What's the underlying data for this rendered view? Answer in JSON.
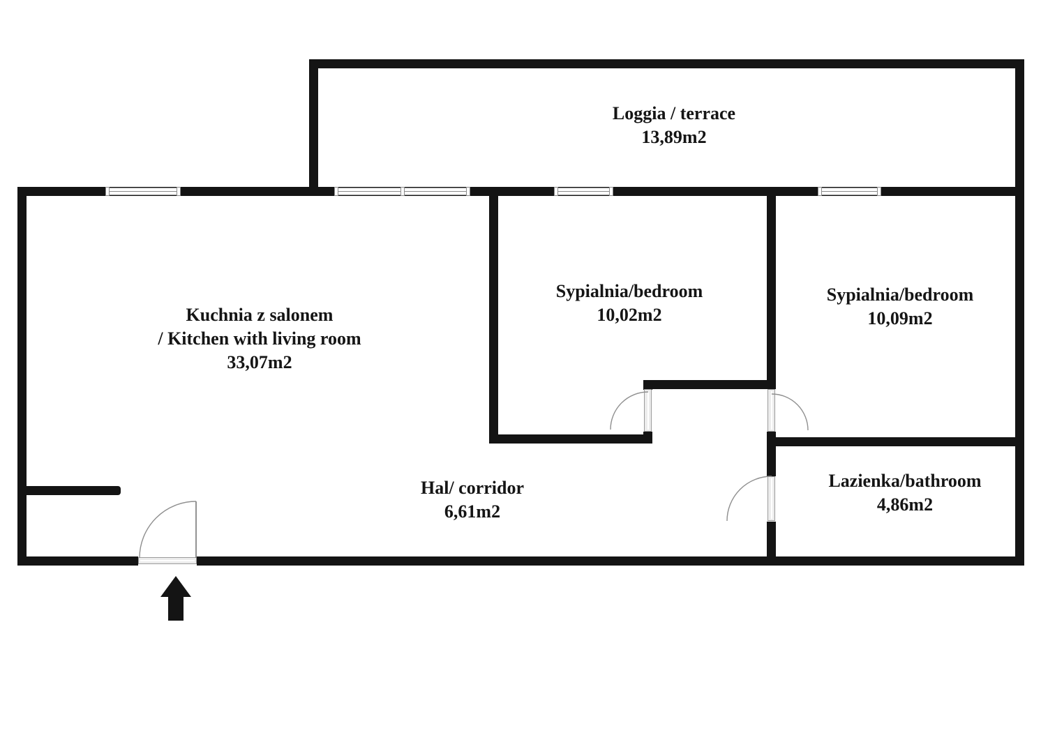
{
  "rooms": {
    "loggia": {
      "name": "Loggia / terrace",
      "area": "13,89m2"
    },
    "kitchen": {
      "name_pl": "Kuchnia z salonem",
      "name_en": "/ Kitchen with living room",
      "area": "33,07m2"
    },
    "bedroom1": {
      "name": "Sypialnia/bedroom",
      "area": "10,02m2"
    },
    "bedroom2": {
      "name": "Sypialnia/bedroom",
      "area": "10,09m2"
    },
    "hall": {
      "name": "Hal/ corridor",
      "area": "6,61m2"
    },
    "bathroom": {
      "name": "Lazienka/bathroom",
      "area": "4,86m2"
    }
  },
  "colors": {
    "wall": "#141414",
    "window_frame": "#8a8a8a",
    "door_arc": "#8f8f8f",
    "door_leaf_line": "#777777",
    "text": "#151515",
    "background": "#ffffff"
  }
}
